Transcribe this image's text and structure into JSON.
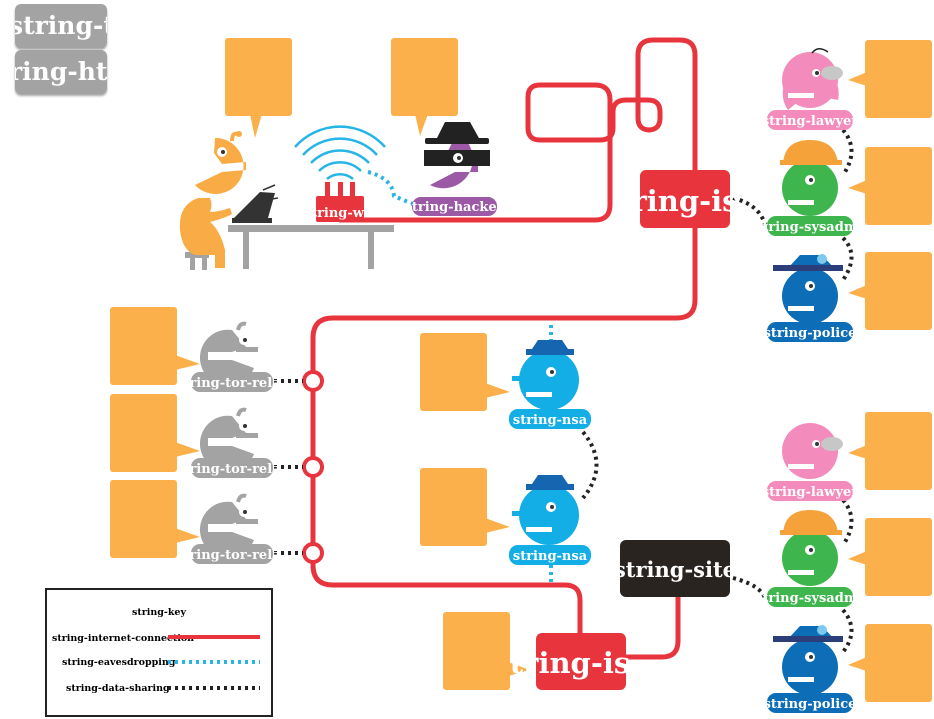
{
  "toggles": [
    "string-to",
    "ring-htt"
  ],
  "labels": {
    "wifi": "tring-wi",
    "hacker": "string-hacker",
    "isp_top": "ring-is",
    "isp_bottom": "tring-is",
    "site": "string-site",
    "lawyer": "string-lawyer",
    "sysadmin": "tring-sysadm",
    "police": "string-police",
    "tor_relay": "tring-tor-rela",
    "nsa": "string-nsa"
  },
  "key": {
    "title": "string-key",
    "items": [
      {
        "label": "string-internet-connection",
        "style": "internet"
      },
      {
        "label": "string-eavesdropping",
        "style": "eavesdrop"
      },
      {
        "label": "string-data-sharing",
        "style": "sharing"
      }
    ]
  },
  "colors": {
    "internet": "#e8343c",
    "eavesdrop": "#27b5e8",
    "sharing": "#222222",
    "bubble": "#fbb04c",
    "user": "#f9ab45",
    "hacker": "#9b59a6",
    "lawyer": "#f48bbd",
    "sysadmin": "#3fb54d",
    "police": "#0d6db6",
    "nsa": "#13aee6",
    "tor": "#a3a3a3",
    "site": "#2a2421"
  }
}
